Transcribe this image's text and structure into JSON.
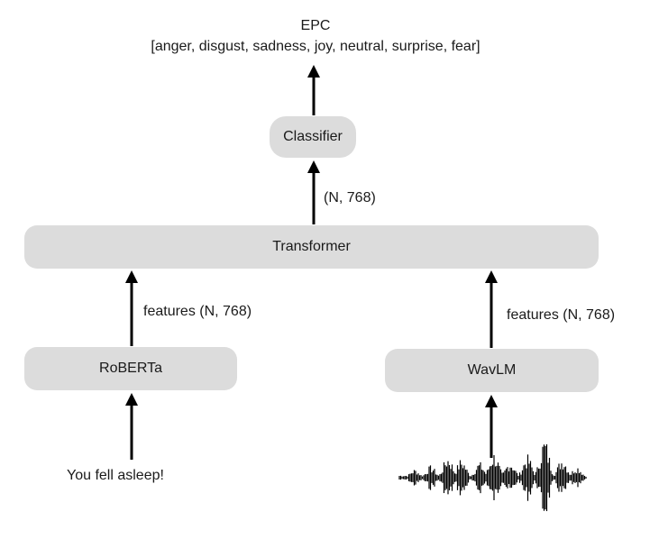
{
  "output": {
    "title": "EPC",
    "classes": "[anger, disgust, sadness, joy, neutral, surprise, fear]"
  },
  "nodes": {
    "classifier": "Classifier",
    "transformer": "Transformer",
    "roberta": "RoBERTa",
    "wavlm": "WavLM"
  },
  "edges": {
    "transformer_to_classifier": "(N, 768)",
    "roberta_to_transformer": "features (N, 768)",
    "wavlm_to_transformer": "features (N, 768)"
  },
  "inputs": {
    "text": "You fell asleep!",
    "audio_icon": "audio-waveform-icon"
  },
  "colors": {
    "box_fill": "#dcdcdc",
    "arrow": "#000000"
  }
}
